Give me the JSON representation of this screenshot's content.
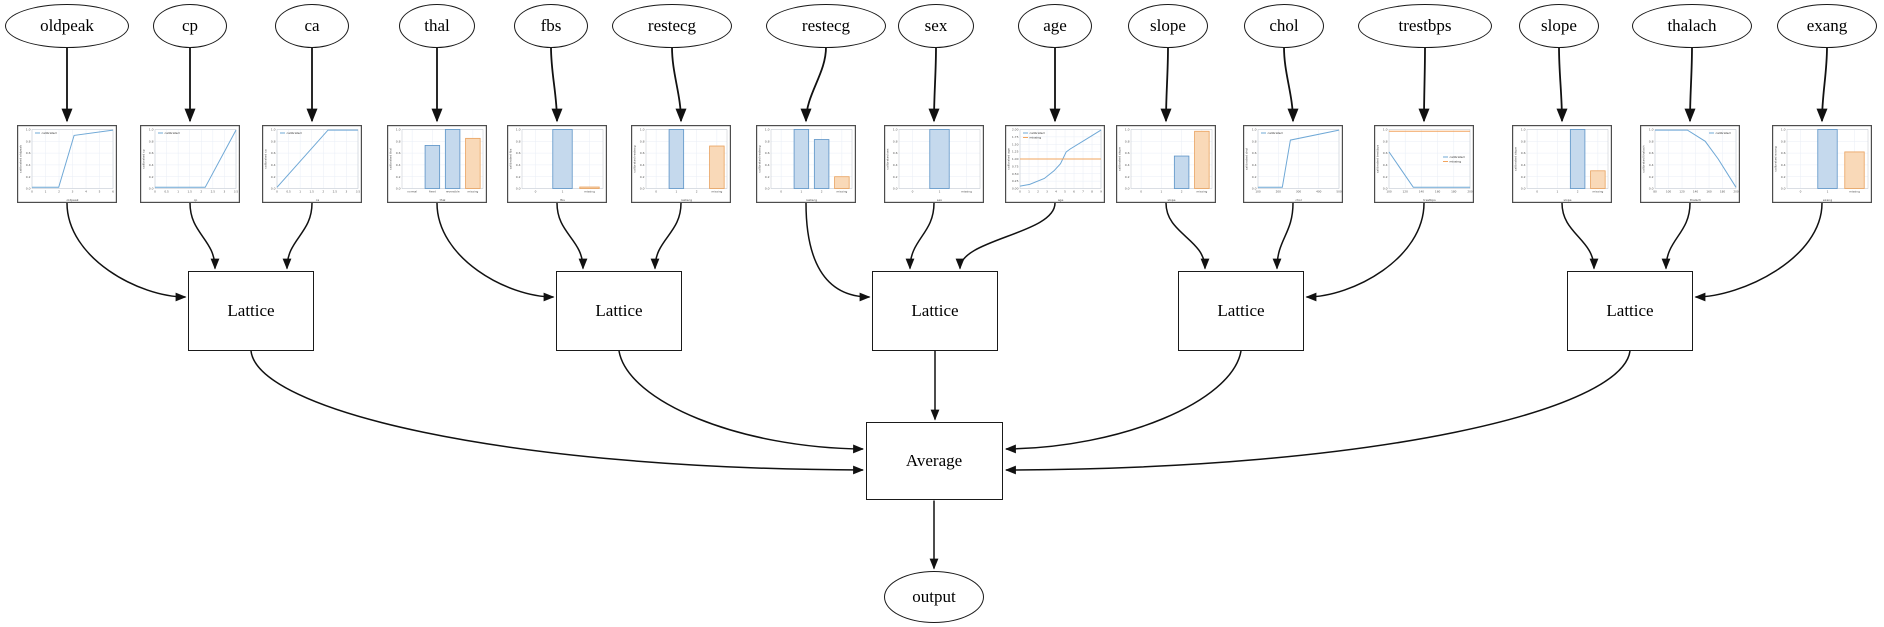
{
  "diagram": {
    "features": [
      "oldpeak",
      "cp",
      "ca",
      "thal",
      "fbs",
      "restecg",
      "restecg",
      "sex",
      "age",
      "slope",
      "chol",
      "trestbps",
      "slope",
      "thalach",
      "exang"
    ],
    "lattice_label": "Lattice",
    "average_label": "Average",
    "output_label": "output",
    "lattices": [
      {
        "label": "Lattice",
        "input_indices": [
          0,
          1,
          2
        ]
      },
      {
        "label": "Lattice",
        "input_indices": [
          3,
          4,
          5
        ]
      },
      {
        "label": "Lattice",
        "input_indices": [
          6,
          7,
          8
        ]
      },
      {
        "label": "Lattice",
        "input_indices": [
          9,
          10,
          11
        ]
      },
      {
        "label": "Lattice",
        "input_indices": [
          12,
          13,
          14
        ]
      }
    ]
  },
  "colors": {
    "edge": "#111111",
    "node_border": "#1a1a1a",
    "chart_border": "#4d4d4d",
    "grid": "#e8eef6",
    "spine": "#c0c6cc",
    "blue_line": "#6fa8d6",
    "blue_fill": "#c5d9ed",
    "blue_edge": "#5b93c7",
    "orange_line": "#f2a45e",
    "orange_fill": "#f9d9b8",
    "orange_edge": "#e8a05c",
    "tick_text": "#555555"
  },
  "chart_data": [
    {
      "feature": "oldpeak",
      "type": "line",
      "xlabel": "oldpeak",
      "ylabel": "calibrated oldpeak",
      "x_ticks": [
        "0",
        "1",
        "2",
        "3",
        "4",
        "5",
        "6"
      ],
      "y_ticks": [
        "0.0",
        "0.2",
        "0.4",
        "0.6",
        "0.8",
        "1.0"
      ],
      "ylim": [
        0,
        1
      ],
      "legend": [
        "calibrated"
      ],
      "legend_pos": "top-left",
      "series": [
        {
          "name": "calibrated",
          "color": "blue",
          "points": [
            [
              0,
              0.02
            ],
            [
              0.33,
              0.02
            ],
            [
              0.52,
              0.9
            ],
            [
              1,
              0.99
            ]
          ]
        }
      ]
    },
    {
      "feature": "cp",
      "type": "line",
      "xlabel": "cp",
      "ylabel": "calibrated cp",
      "x_ticks": [
        "0",
        "0.5",
        "1",
        "1.5",
        "2",
        "2.5",
        "3",
        "3.5"
      ],
      "y_ticks": [
        "0.0",
        "0.2",
        "0.4",
        "0.6",
        "0.8",
        "1.0"
      ],
      "ylim": [
        0,
        1
      ],
      "legend": [
        "calibrated"
      ],
      "legend_pos": "top-left",
      "series": [
        {
          "name": "calibrated",
          "color": "blue",
          "points": [
            [
              0,
              0.02
            ],
            [
              0.62,
              0.02
            ],
            [
              1,
              0.99
            ]
          ]
        }
      ]
    },
    {
      "feature": "ca",
      "type": "line",
      "xlabel": "ca",
      "ylabel": "calibrated ca",
      "x_ticks": [
        "0",
        "0.5",
        "1",
        "1.5",
        "2",
        "2.5",
        "3",
        "3.5"
      ],
      "y_ticks": [
        "0.0",
        "0.2",
        "0.4",
        "0.6",
        "0.8",
        "1.0"
      ],
      "ylim": [
        0,
        1
      ],
      "legend": [
        "calibrated"
      ],
      "legend_pos": "top-left",
      "series": [
        {
          "name": "calibrated",
          "color": "blue",
          "points": [
            [
              0,
              0.02
            ],
            [
              0.63,
              0.99
            ],
            [
              1,
              0.99
            ]
          ]
        }
      ]
    },
    {
      "feature": "thal",
      "type": "bar",
      "xlabel": "thal",
      "ylabel": "calibrated thal",
      "categories": [
        "normal",
        "fixed",
        "reversible",
        "missing"
      ],
      "values": [
        0,
        0.73,
        1.0,
        0.85
      ],
      "colors": [
        "blue",
        "blue",
        "blue",
        "orange"
      ],
      "y_ticks": [
        "0.0",
        "0.2",
        "0.4",
        "0.6",
        "0.8",
        "1.0"
      ],
      "ylim": [
        0,
        1
      ]
    },
    {
      "feature": "fbs",
      "type": "bar",
      "xlabel": "fbs",
      "ylabel": "calibrated fbs",
      "categories": [
        "0",
        "1",
        "missing"
      ],
      "values": [
        0,
        1.0,
        0.025
      ],
      "colors": [
        "blue",
        "blue",
        "orange"
      ],
      "y_ticks": [
        "0.0",
        "0.2",
        "0.4",
        "0.6",
        "0.8",
        "1.0"
      ],
      "ylim": [
        0,
        1
      ]
    },
    {
      "feature": "restecg",
      "type": "bar",
      "xlabel": "restecg",
      "ylabel": "calibrated restecg",
      "categories": [
        "0",
        "1",
        "2",
        "missing"
      ],
      "values": [
        0,
        1.0,
        0,
        0.72
      ],
      "colors": [
        "blue",
        "blue",
        "blue",
        "orange"
      ],
      "y_ticks": [
        "0.0",
        "0.2",
        "0.4",
        "0.6",
        "0.8",
        "1.0"
      ],
      "ylim": [
        0,
        1
      ]
    },
    {
      "feature": "restecg",
      "type": "bar",
      "xlabel": "restecg",
      "ylabel": "calibrated restecg",
      "categories": [
        "0",
        "1",
        "2",
        "missing"
      ],
      "values": [
        0,
        1.0,
        0.83,
        0.2
      ],
      "colors": [
        "blue",
        "blue",
        "blue",
        "orange"
      ],
      "y_ticks": [
        "0.0",
        "0.2",
        "0.4",
        "0.6",
        "0.8",
        "1.0"
      ],
      "ylim": [
        0,
        1
      ]
    },
    {
      "feature": "sex",
      "type": "bar",
      "xlabel": "sex",
      "ylabel": "calibrated sex",
      "categories": [
        "0",
        "1",
        "missing"
      ],
      "values": [
        0,
        1.0,
        0
      ],
      "colors": [
        "blue",
        "blue",
        "orange"
      ],
      "y_ticks": [
        "0.0",
        "0.2",
        "0.4",
        "0.6",
        "0.8",
        "1.0"
      ],
      "ylim": [
        0,
        1
      ]
    },
    {
      "feature": "age",
      "type": "line",
      "xlabel": "age",
      "ylabel": "calibrated age",
      "x_ticks": [
        "0",
        "1",
        "2",
        "3",
        "4",
        "5",
        "6",
        "7",
        "8",
        "9"
      ],
      "y_ticks": [
        "0.00",
        "0.25",
        "0.50",
        "0.75",
        "1.00",
        "1.25",
        "1.50",
        "1.75",
        "2.00"
      ],
      "ylim": [
        0,
        2
      ],
      "legend": [
        "calibrated",
        "missing"
      ],
      "legend_pos": "top-left",
      "series": [
        {
          "name": "calibrated",
          "color": "blue",
          "points": [
            [
              0,
              0.04
            ],
            [
              0.12,
              0.07
            ],
            [
              0.3,
              0.17
            ],
            [
              0.42,
              0.3
            ],
            [
              0.5,
              0.42
            ],
            [
              0.57,
              0.62
            ],
            [
              0.62,
              0.67
            ],
            [
              0.8,
              0.82
            ],
            [
              1,
              0.99
            ]
          ]
        },
        {
          "name": "missing",
          "color": "orange",
          "points": [
            [
              0,
              0.5
            ],
            [
              1,
              0.5
            ]
          ]
        }
      ]
    },
    {
      "feature": "slope",
      "type": "bar",
      "xlabel": "slope",
      "ylabel": "calibrated slope",
      "categories": [
        "0",
        "1",
        "2",
        "missing"
      ],
      "values": [
        0,
        0,
        0.55,
        0.97
      ],
      "colors": [
        "blue",
        "blue",
        "blue",
        "orange"
      ],
      "y_ticks": [
        "0.0",
        "0.2",
        "0.4",
        "0.6",
        "0.8",
        "1.0"
      ],
      "ylim": [
        0,
        1
      ]
    },
    {
      "feature": "chol",
      "type": "line",
      "xlabel": "chol",
      "ylabel": "calibrated chol",
      "x_ticks": [
        "100",
        "200",
        "300",
        "400",
        "500"
      ],
      "y_ticks": [
        "0.0",
        "0.2",
        "0.4",
        "0.6",
        "0.8",
        "1.0"
      ],
      "ylim": [
        0,
        1
      ],
      "legend": [
        "calibrated"
      ],
      "legend_pos": "top-left",
      "series": [
        {
          "name": "calibrated",
          "color": "blue",
          "points": [
            [
              0,
              0.02
            ],
            [
              0.3,
              0.02
            ],
            [
              0.4,
              0.82
            ],
            [
              1,
              0.99
            ]
          ]
        }
      ]
    },
    {
      "feature": "trestbps",
      "type": "line",
      "xlabel": "trestbps",
      "ylabel": "calibrated trestbps",
      "x_ticks": [
        "100",
        "120",
        "140",
        "160",
        "180",
        "200"
      ],
      "y_ticks": [
        "0.0",
        "0.2",
        "0.4",
        "0.6",
        "0.8",
        "1.0"
      ],
      "ylim": [
        0,
        1
      ],
      "legend": [
        "calibrated",
        "missing"
      ],
      "legend_pos": "right-center",
      "series": [
        {
          "name": "calibrated",
          "color": "blue",
          "points": [
            [
              0,
              0.62
            ],
            [
              0.3,
              0.02
            ],
            [
              1,
              0.02
            ]
          ]
        },
        {
          "name": "missing",
          "color": "orange",
          "points": [
            [
              0,
              0.97
            ],
            [
              1,
              0.97
            ]
          ]
        }
      ]
    },
    {
      "feature": "slope",
      "type": "bar",
      "xlabel": "slope",
      "ylabel": "calibrated slope",
      "categories": [
        "0",
        "1",
        "2",
        "missing"
      ],
      "values": [
        0,
        0,
        1.0,
        0.3
      ],
      "colors": [
        "blue",
        "blue",
        "blue",
        "orange"
      ],
      "y_ticks": [
        "0.0",
        "0.2",
        "0.4",
        "0.6",
        "0.8",
        "1.0"
      ],
      "ylim": [
        0,
        1
      ]
    },
    {
      "feature": "thalach",
      "type": "line",
      "xlabel": "thalach",
      "ylabel": "calibrated thalach",
      "x_ticks": [
        "80",
        "100",
        "120",
        "140",
        "160",
        "180",
        "200"
      ],
      "y_ticks": [
        "0.0",
        "0.2",
        "0.4",
        "0.6",
        "0.8",
        "1.0"
      ],
      "ylim": [
        0,
        1
      ],
      "legend": [
        "calibrated"
      ],
      "legend_pos": "top-right",
      "series": [
        {
          "name": "calibrated",
          "color": "blue",
          "points": [
            [
              0,
              0.99
            ],
            [
              0.4,
              0.99
            ],
            [
              0.62,
              0.8
            ],
            [
              0.78,
              0.5
            ],
            [
              1,
              0.02
            ]
          ]
        }
      ]
    },
    {
      "feature": "exang",
      "type": "bar",
      "xlabel": "exang",
      "ylabel": "calibrated exang",
      "categories": [
        "0",
        "1",
        "missing"
      ],
      "values": [
        0,
        1.0,
        0.62
      ],
      "colors": [
        "blue",
        "blue",
        "orange"
      ],
      "y_ticks": [
        "0.0",
        "0.2",
        "0.4",
        "0.6",
        "0.8",
        "1.0"
      ],
      "ylim": [
        0,
        1
      ]
    }
  ]
}
